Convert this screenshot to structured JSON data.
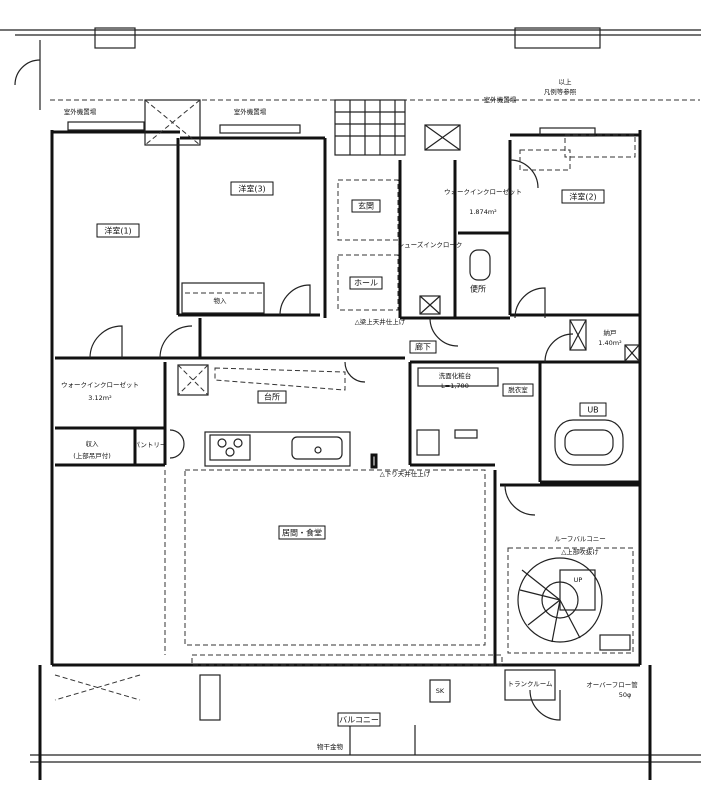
{
  "rooms": {
    "western1": "洋室(1)",
    "western3": "洋室(3)",
    "western2": "洋室(2)",
    "entrance": "玄関",
    "hall": "ホール",
    "wic1_name": "ウォークインクローゼット",
    "wic1_area": "1.874m²",
    "shoe_cloak": "シューズインクローク",
    "toilet": "便所",
    "corridor": "廊下",
    "storeroom_name": "納戸",
    "storeroom_area": "1.40m²",
    "kitchen": "台所",
    "wic2_name": "ウォークインクローゼット",
    "wic2_area": "3.12m²",
    "storage": "収入",
    "storage_note": "(上部吊戸付)",
    "vanity": "洗面化粧台",
    "vanity_len": "L=1,700",
    "dressing": "脱衣室",
    "bath": "UB",
    "living": "居間・食堂",
    "roof_balcony": "ルーフバルコニー",
    "stair_void": "△上部吹抜け",
    "up": "UP",
    "balcony": "バルコニー",
    "trunk": "トランクルーム",
    "overflow": "オーバーフロー管",
    "overflow_size": "50φ",
    "sk": "SK",
    "hanger": "物干金物",
    "closet": "物入",
    "pantry": "パントリー"
  },
  "notes": {
    "top_note1": "以上",
    "top_note2": "凡例等参照",
    "ac1": "室外機置場",
    "ac2": "室外機置場",
    "ac3": "室外機置場",
    "ceiling1": "△梁上天井仕上げ",
    "ceiling2": "△下り天井仕上げ"
  }
}
